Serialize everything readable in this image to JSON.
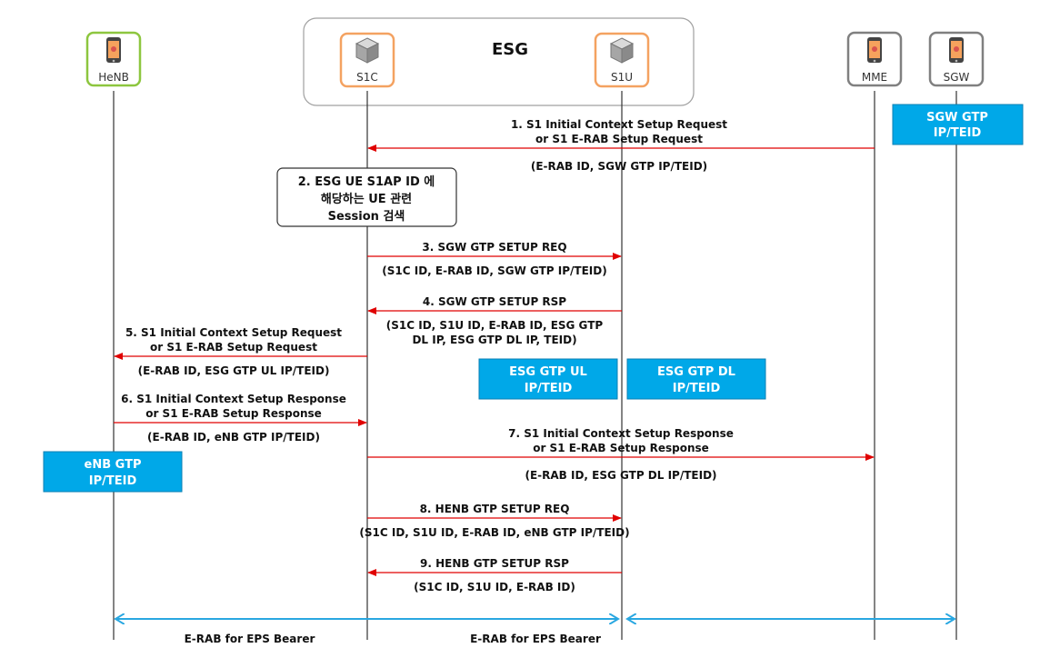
{
  "colors": {
    "message_arrow": "#e00000",
    "bearer_arrow": "#29a7e1",
    "info_box": "#00a8e8",
    "henb_border": "#8dc63f",
    "esg_node_border": "#f4a261",
    "core_node_border": "#808080",
    "lifeline": "#333333"
  },
  "esg_group": {
    "title": "ESG"
  },
  "nodes": [
    {
      "id": "henb",
      "label": "HeNB",
      "icon": "mobile-phone-icon"
    },
    {
      "id": "s1c",
      "label": "S1C",
      "icon": "server-cube-icon"
    },
    {
      "id": "s1u",
      "label": "S1U",
      "icon": "server-cube-icon"
    },
    {
      "id": "mme",
      "label": "MME",
      "icon": "mobile-phone-icon"
    },
    {
      "id": "sgw",
      "label": "SGW",
      "icon": "mobile-phone-icon"
    }
  ],
  "messages": [
    {
      "from": "mme",
      "to": "s1c",
      "above": [
        "1. S1 Initial Context Setup Request",
        "or S1 E-RAB Setup Request"
      ],
      "below": [
        "(E-RAB ID, SGW GTP IP/TEID)"
      ]
    },
    {
      "from": "s1c",
      "to": "s1u",
      "above": [
        "3. SGW GTP SETUP REQ"
      ],
      "below": [
        "(S1C ID, E-RAB ID, SGW GTP IP/TEID)"
      ]
    },
    {
      "from": "s1u",
      "to": "s1c",
      "above": [
        "4. SGW GTP SETUP RSP"
      ],
      "below": [
        "(S1C ID, S1U ID, E-RAB ID, ESG GTP",
        "DL IP, ESG GTP DL IP, TEID)"
      ]
    },
    {
      "from": "s1c",
      "to": "henb",
      "above": [
        "5. S1 Initial Context Setup Request",
        "or S1 E-RAB Setup Request"
      ],
      "below": [
        "(E-RAB ID, ESG GTP UL IP/TEID)"
      ]
    },
    {
      "from": "henb",
      "to": "s1c",
      "above": [
        "6. S1 Initial Context Setup Response",
        "or S1 E-RAB Setup Response"
      ],
      "below": [
        "(E-RAB ID, eNB GTP IP/TEID)"
      ]
    },
    {
      "from": "s1c",
      "to": "mme",
      "above": [
        "7. S1 Initial Context Setup Response",
        "or S1 E-RAB Setup Response"
      ],
      "below": [
        "(E-RAB ID, ESG GTP DL IP/TEID)"
      ]
    },
    {
      "from": "s1c",
      "to": "s1u",
      "above": [
        "8. HENB GTP SETUP REQ"
      ],
      "below": [
        "(S1C ID, S1U ID, E-RAB ID, eNB GTP IP/TEID)"
      ]
    },
    {
      "from": "s1u",
      "to": "s1c",
      "above": [
        "9. HENB GTP SETUP RSP"
      ],
      "below": [
        "(S1C ID, S1U ID, E-RAB ID)"
      ]
    }
  ],
  "note": {
    "lines": [
      "2. ESG UE S1AP ID 에",
      "해당하는 UE 관련",
      "Session 검색"
    ]
  },
  "info_boxes": [
    {
      "name": "sgw-gtp-box",
      "lines": [
        "SGW GTP",
        "IP/TEID"
      ]
    },
    {
      "name": "esg-gtp-ul-box",
      "lines": [
        "ESG GTP UL",
        "IP/TEID"
      ]
    },
    {
      "name": "esg-gtp-dl-box",
      "lines": [
        "ESG GTP DL",
        "IP/TEID"
      ]
    },
    {
      "name": "enb-gtp-box",
      "lines": [
        "eNB GTP",
        "IP/TEID"
      ]
    }
  ],
  "bearers": [
    {
      "from": "henb",
      "to": "s1u",
      "label": "E-RAB for EPS Bearer"
    },
    {
      "from": "s1u",
      "to": "sgw",
      "label": "E-RAB for EPS Bearer"
    }
  ],
  "bearer_labels": [
    "E-RAB for EPS Bearer",
    "E-RAB for EPS Bearer"
  ]
}
